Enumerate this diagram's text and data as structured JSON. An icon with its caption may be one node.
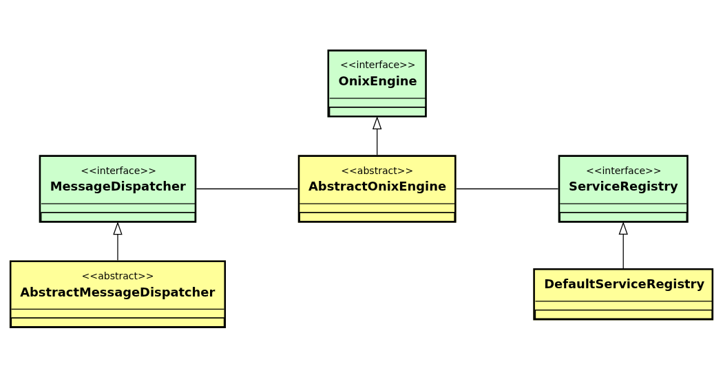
{
  "diagram": {
    "nodes": [
      {
        "text": [
          "<<interface>>",
          "OnixEngine"
        ]
      },
      {
        "text": [
          "<<interface>>",
          "MessageDispatcher"
        ]
      },
      {
        "text": [
          "<<abstract>>",
          "AbstractOnixEngine"
        ]
      },
      {
        "text": [
          "<<interface>>",
          "ServiceRegistry"
        ]
      },
      {
        "text": [
          "<<abstract>>",
          "AbstractMessageDispatcher"
        ]
      },
      {
        "text": [
          "DefaultServiceRegistry"
        ]
      }
    ],
    "edges": [
      {
        "from": 2,
        "to": 0,
        "arrow": "to"
      },
      {
        "from": 1,
        "to": 2,
        "arrow": "none"
      },
      {
        "from": 2,
        "to": 3,
        "arrow": "none"
      },
      {
        "from": 4,
        "to": 1,
        "arrow": "to"
      },
      {
        "from": 5,
        "to": 3,
        "arrow": "to"
      }
    ]
  }
}
